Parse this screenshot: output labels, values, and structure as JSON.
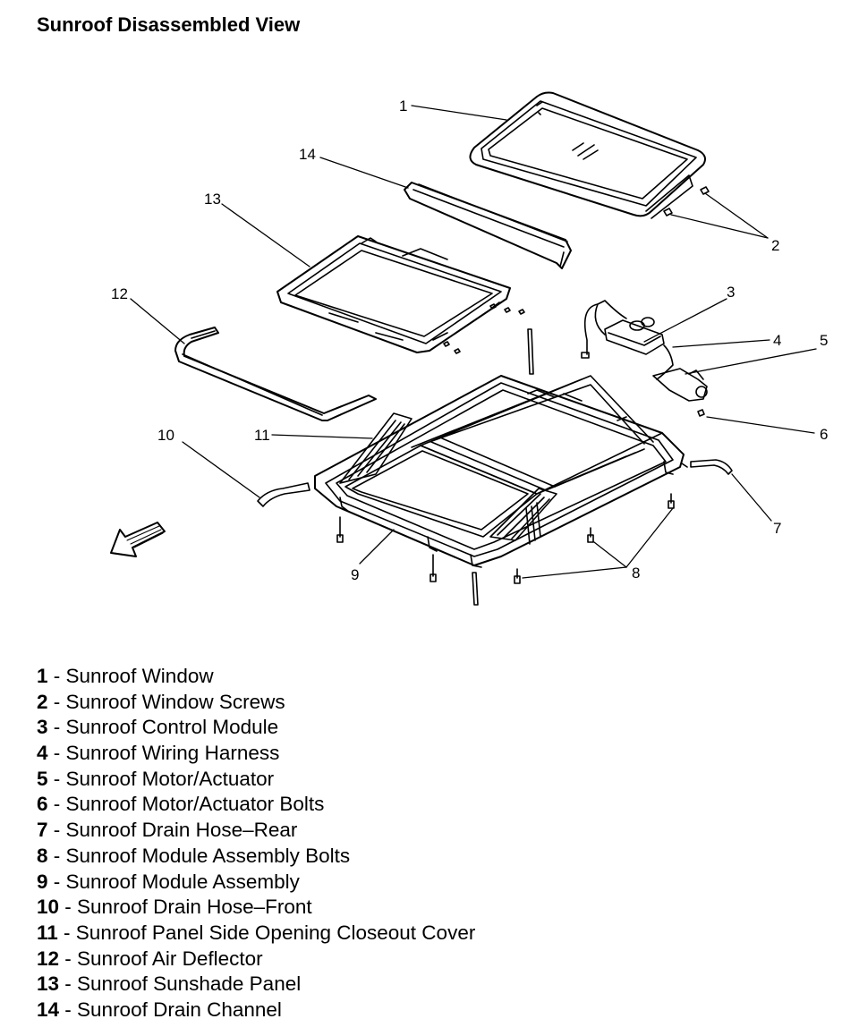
{
  "title": "Sunroof Disassembled View",
  "callouts": [
    "1",
    "2",
    "3",
    "4",
    "5",
    "6",
    "7",
    "8",
    "9",
    "10",
    "11",
    "12",
    "13",
    "14"
  ],
  "separator": " - ",
  "legend": [
    {
      "num": "1",
      "label": "Sunroof Window"
    },
    {
      "num": "2",
      "label": "Sunroof Window Screws"
    },
    {
      "num": "3",
      "label": "Sunroof Control Module"
    },
    {
      "num": "4",
      "label": "Sunroof Wiring Harness"
    },
    {
      "num": "5",
      "label": "Sunroof Motor/Actuator"
    },
    {
      "num": "6",
      "label": "Sunroof Motor/Actuator Bolts"
    },
    {
      "num": "7",
      "label": "Sunroof Drain Hose–Rear"
    },
    {
      "num": "8",
      "label": "Sunroof Module Assembly Bolts"
    },
    {
      "num": "9",
      "label": "Sunroof Module Assembly"
    },
    {
      "num": "10",
      "label": "Sunroof Drain Hose–Front"
    },
    {
      "num": "11",
      "label": "Sunroof Panel Side Opening Closeout Cover"
    },
    {
      "num": "12",
      "label": "Sunroof Air Deflector"
    },
    {
      "num": "13",
      "label": "Sunroof Sunshade Panel"
    },
    {
      "num": "14",
      "label": "Sunroof Drain Channel"
    }
  ]
}
